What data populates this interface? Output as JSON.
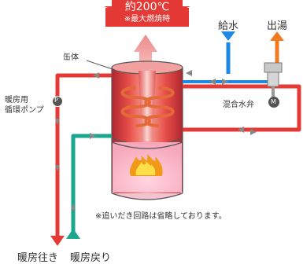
{
  "banner": {
    "temperature": "約200℃",
    "note": "※最大燃焼時",
    "color": "#e53935"
  },
  "labels": {
    "can_body": "缶体",
    "pump_line1": "暖房用",
    "pump_line2": "循環ポンプ",
    "pump_symbol": "P",
    "water_supply": "給水",
    "hot_water_out": "出湯",
    "mixing_valve": "混合水弁",
    "mixing_symbol": "M",
    "footnote": "※追いだき回路は省略しております。",
    "heating_out": "暖房往き",
    "heating_return": "暖房戻り"
  },
  "colors": {
    "heating_pipe": "#e53935",
    "return_pipe": "#1aa68f",
    "water_pipe": "#1e88e5",
    "hot_water_arrow": "#ef7b22",
    "flow_arrow": "#888888"
  },
  "icons": {
    "heat_up_arrow": "up-arrow-icon",
    "flame": "flame-icon",
    "pump": "pump-icon",
    "valve": "valve-icon"
  }
}
